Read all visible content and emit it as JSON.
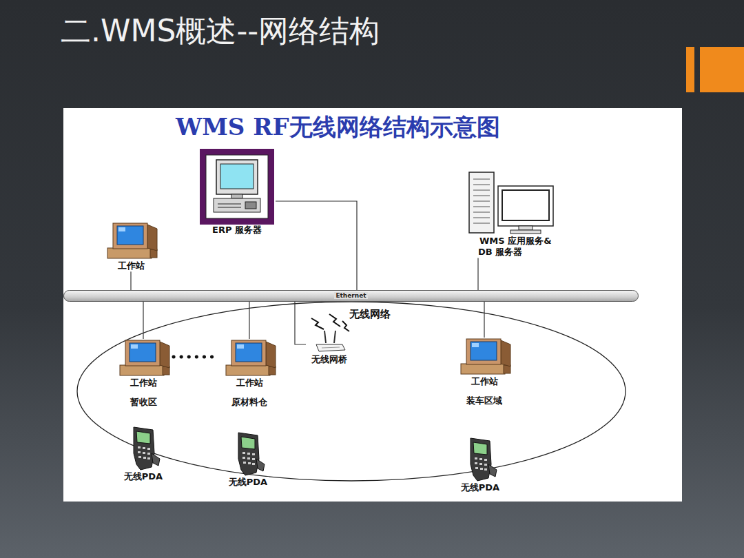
{
  "diagram": {
    "title": "二.WMS概述--网络结构",
    "nodes": [
      {
        "text": [
          "ERP 服务器"
        ]
      },
      {
        "text": [
          "工作站"
        ]
      },
      {
        "text": [
          "WMS 应用服务& DB 服务器"
        ]
      },
      {
        "text": [
          "Ethernet"
        ]
      },
      {
        "text": [
          "无线网桥"
        ]
      },
      {
        "text": [
          "工作站",
          "暂收区"
        ]
      },
      {
        "text": [
          "工作站",
          "原材料仓"
        ]
      },
      {
        "text": [
          "工作站",
          "装车区域"
        ]
      },
      {
        "text": [
          "无线PDA"
        ]
      },
      {
        "text": [
          "无线PDA"
        ]
      },
      {
        "text": [
          "无线PDA"
        ]
      }
    ],
    "edges": [
      {
        "from": 0,
        "to": 3,
        "arrow": "none"
      },
      {
        "from": 1,
        "to": 3,
        "arrow": "none"
      },
      {
        "from": 2,
        "to": 3,
        "arrow": "none"
      },
      {
        "from": 5,
        "to": 3,
        "arrow": "none"
      },
      {
        "from": 6,
        "to": 3,
        "arrow": "none"
      },
      {
        "from": 7,
        "to": 3,
        "arrow": "none"
      },
      {
        "from": 4,
        "to": 3,
        "arrow": "none"
      },
      {
        "from": 5,
        "to": 6,
        "arrow": "none"
      }
    ],
    "labels": [
      "WMS RF无线网络结构示意图",
      "无线网络"
    ]
  }
}
